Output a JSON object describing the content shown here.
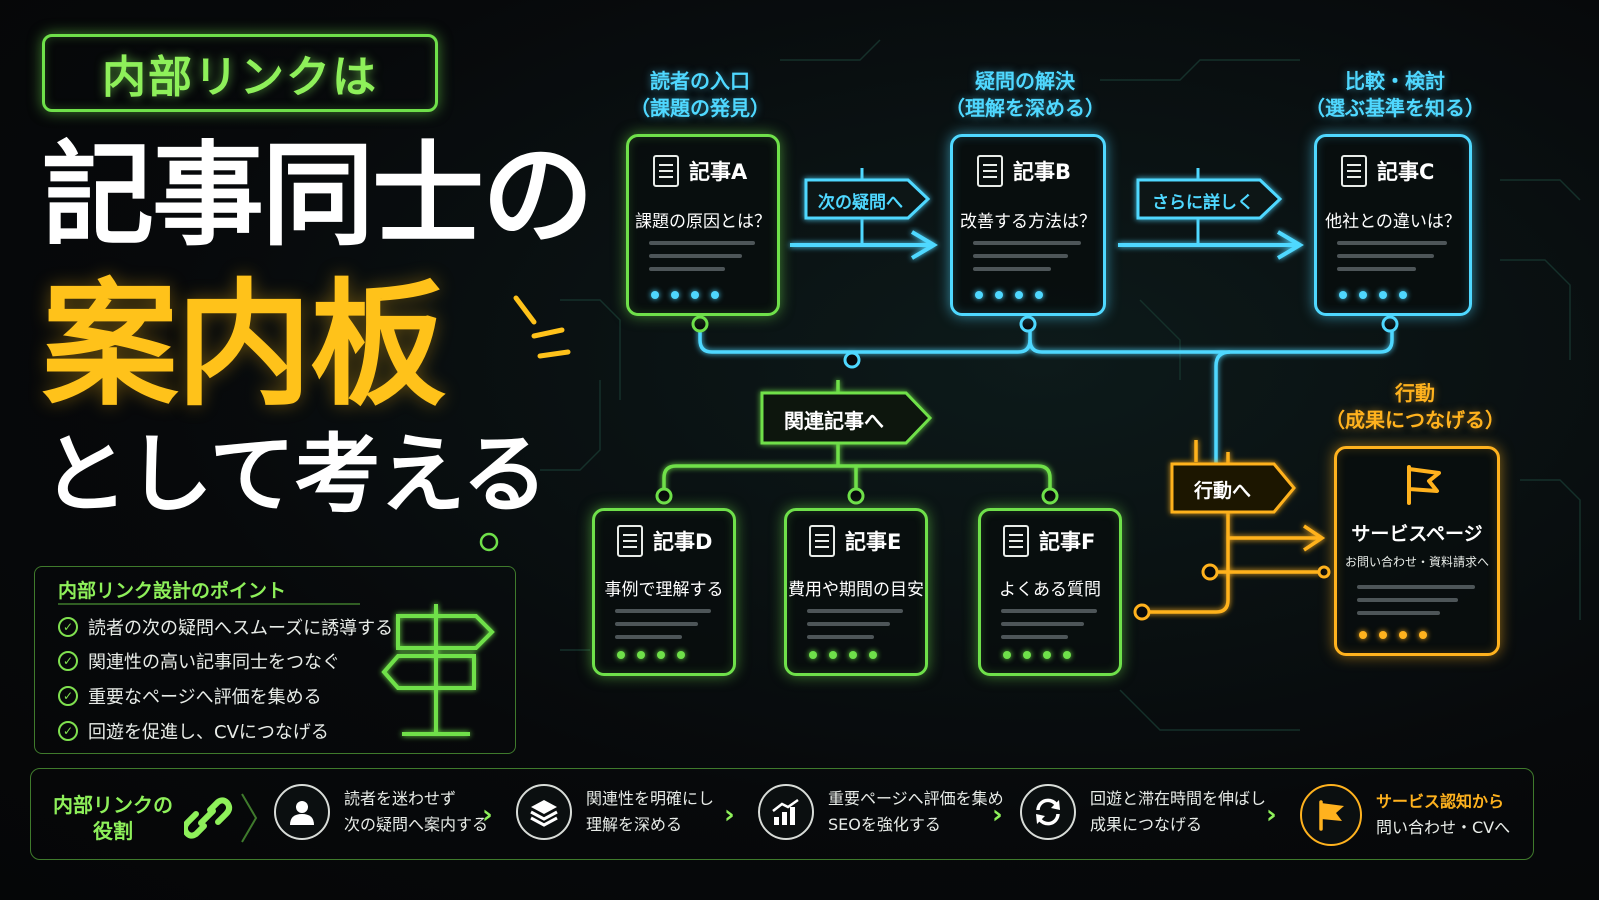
{
  "hero": {
    "tag": "内部リンクは",
    "line1": "記事同士の",
    "line2": "案内板",
    "line3": "として考える"
  },
  "points": {
    "title": "内部リンク設計のポイント",
    "items": [
      "読者の次の疑問へスムーズに誘導する",
      "関連性の高い記事同士をつなぐ",
      "重要なページへ評価を集める",
      "回遊を促進し、CVにつなげる"
    ]
  },
  "stages": [
    {
      "line1": "読者の入口",
      "line2": "（課題の発見）"
    },
    {
      "line1": "疑問の解決",
      "line2": "（理解を深める）"
    },
    {
      "line1": "比較・検討",
      "line2": "（選ぶ基準を知る）"
    },
    {
      "line1": "行動",
      "line2": "（成果につなげる）"
    }
  ],
  "cards": [
    {
      "name": "記事A",
      "question": "課題の原因とは？"
    },
    {
      "name": "記事B",
      "question": "改善する方法は？"
    },
    {
      "name": "記事C",
      "question": "他社との違いは？"
    },
    {
      "name": "記事D",
      "question": "事例で理解する"
    },
    {
      "name": "記事E",
      "question": "費用や期間の目安"
    },
    {
      "name": "記事F",
      "question": "よくある質問"
    }
  ],
  "service": {
    "title": "サービスページ",
    "subtitle": "お問い合わせ・資料請求へ"
  },
  "signs": {
    "next_question": "次の疑問へ",
    "more_detail": "さらに詳しく",
    "related": "関連記事へ",
    "action": "行動へ"
  },
  "roles": {
    "title_line1": "内部リンクの",
    "title_line2": "役割",
    "steps": [
      {
        "icon": "user-icon",
        "line1": "読者を迷わせず",
        "line2": "次の疑問へ案内する"
      },
      {
        "icon": "layers-icon",
        "line1": "関連性を明確にし",
        "line2": "理解を深める"
      },
      {
        "icon": "growth-chart-icon",
        "line1": "重要ページへ評価を集め",
        "line2": "SEOを強化する"
      },
      {
        "icon": "refresh-icon",
        "line1": "回遊と滞在時間を伸ばし",
        "line2": "成果につなげる"
      },
      {
        "icon": "flag-icon",
        "line1": "サービス認知から",
        "line2": "問い合わせ・CVへ"
      }
    ]
  },
  "colors": {
    "green": "#6fe04a",
    "cyan": "#4fd8ff",
    "orange": "#ffb21e",
    "yellow": "#ffc21a",
    "background": "#07090b"
  }
}
